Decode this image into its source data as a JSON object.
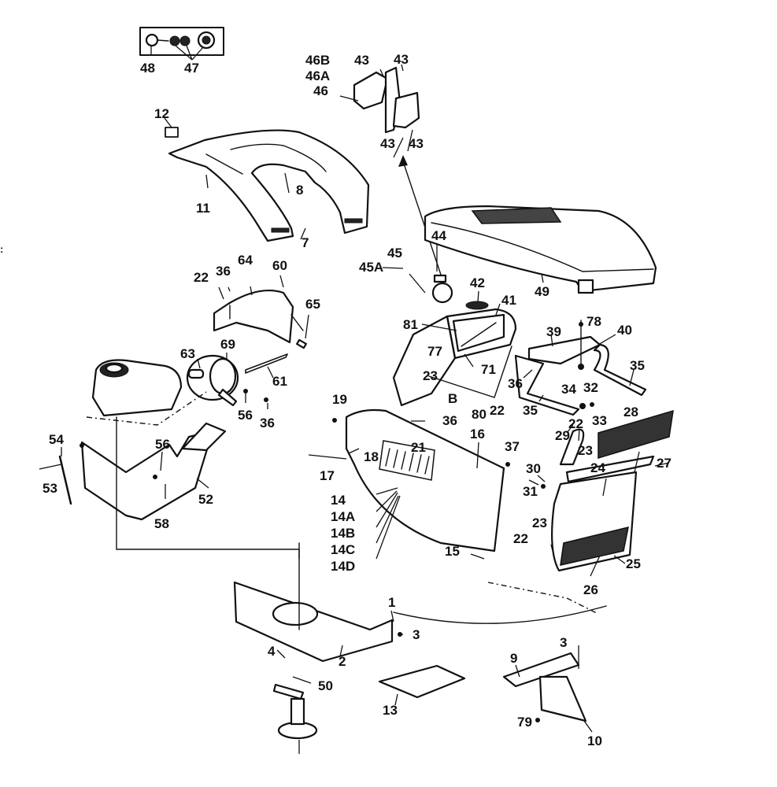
{
  "diagram": {
    "title": "Lawn tractor hood, dash, grille and chassis exploded parts view",
    "ink_color": "#111111",
    "background_color": "#ffffff",
    "edge_mark": ":",
    "callouts": [
      {
        "id": "c48",
        "text": "48"
      },
      {
        "id": "c47",
        "text": "47"
      },
      {
        "id": "c46B",
        "text": "46B"
      },
      {
        "id": "c46A",
        "text": "46A"
      },
      {
        "id": "c46",
        "text": "46"
      },
      {
        "id": "c43a",
        "text": "43"
      },
      {
        "id": "c43b",
        "text": "43"
      },
      {
        "id": "c43c",
        "text": "43"
      },
      {
        "id": "c43d",
        "text": "43"
      },
      {
        "id": "c12",
        "text": "12"
      },
      {
        "id": "c11",
        "text": "11"
      },
      {
        "id": "c8",
        "text": "8"
      },
      {
        "id": "c7",
        "text": "7"
      },
      {
        "id": "c44",
        "text": "44"
      },
      {
        "id": "c45",
        "text": "45"
      },
      {
        "id": "c45A",
        "text": "45A"
      },
      {
        "id": "c42",
        "text": "42"
      },
      {
        "id": "c49",
        "text": "49"
      },
      {
        "id": "c41",
        "text": "41"
      },
      {
        "id": "c81",
        "text": "81"
      },
      {
        "id": "c78",
        "text": "78"
      },
      {
        "id": "c39",
        "text": "39"
      },
      {
        "id": "c40",
        "text": "40"
      },
      {
        "id": "c35a",
        "text": "35"
      },
      {
        "id": "c35b",
        "text": "35"
      },
      {
        "id": "c36a",
        "text": "36"
      },
      {
        "id": "c34",
        "text": "34"
      },
      {
        "id": "c32",
        "text": "32"
      },
      {
        "id": "c33",
        "text": "33"
      },
      {
        "id": "c22a",
        "text": "22"
      },
      {
        "id": "c36b",
        "text": "36"
      },
      {
        "id": "c64",
        "text": "64"
      },
      {
        "id": "c60",
        "text": "60"
      },
      {
        "id": "c65",
        "text": "65"
      },
      {
        "id": "c63",
        "text": "63"
      },
      {
        "id": "c69",
        "text": "69"
      },
      {
        "id": "c61",
        "text": "61"
      },
      {
        "id": "c56a",
        "text": "56"
      },
      {
        "id": "c36c",
        "text": "36"
      },
      {
        "id": "c77",
        "text": "77"
      },
      {
        "id": "c23a",
        "text": "23"
      },
      {
        "id": "c71",
        "text": "71"
      },
      {
        "id": "cB",
        "text": "B"
      },
      {
        "id": "c22b",
        "text": "22"
      },
      {
        "id": "c80",
        "text": "80"
      },
      {
        "id": "c36d",
        "text": "36"
      },
      {
        "id": "c19",
        "text": "19"
      },
      {
        "id": "c16",
        "text": "16"
      },
      {
        "id": "c21",
        "text": "21"
      },
      {
        "id": "c18",
        "text": "18"
      },
      {
        "id": "c17",
        "text": "17"
      },
      {
        "id": "c37",
        "text": "37"
      },
      {
        "id": "c14",
        "text": "14"
      },
      {
        "id": "c14A",
        "text": "14A"
      },
      {
        "id": "c14B",
        "text": "14B"
      },
      {
        "id": "c14C",
        "text": "14C"
      },
      {
        "id": "c14D",
        "text": "14D"
      },
      {
        "id": "c15",
        "text": "15"
      },
      {
        "id": "c54",
        "text": "54"
      },
      {
        "id": "c53",
        "text": "53"
      },
      {
        "id": "c56b",
        "text": "56"
      },
      {
        "id": "c58",
        "text": "58"
      },
      {
        "id": "c52",
        "text": "52"
      },
      {
        "id": "c28",
        "text": "28"
      },
      {
        "id": "c29",
        "text": "29"
      },
      {
        "id": "c22c",
        "text": "22"
      },
      {
        "id": "c23b",
        "text": "23"
      },
      {
        "id": "c27",
        "text": "27"
      },
      {
        "id": "c30",
        "text": "30"
      },
      {
        "id": "c24",
        "text": "24"
      },
      {
        "id": "c31",
        "text": "31"
      },
      {
        "id": "c23c",
        "text": "23"
      },
      {
        "id": "c22d",
        "text": "22"
      },
      {
        "id": "c25",
        "text": "25"
      },
      {
        "id": "c26",
        "text": "26"
      },
      {
        "id": "c1",
        "text": "1"
      },
      {
        "id": "c3a",
        "text": "3"
      },
      {
        "id": "c4",
        "text": "4"
      },
      {
        "id": "c2",
        "text": "2"
      },
      {
        "id": "c50",
        "text": "50"
      },
      {
        "id": "c13",
        "text": "13"
      },
      {
        "id": "c3b",
        "text": "3"
      },
      {
        "id": "c9",
        "text": "9"
      },
      {
        "id": "c79",
        "text": "79"
      },
      {
        "id": "c10",
        "text": "10"
      }
    ]
  }
}
